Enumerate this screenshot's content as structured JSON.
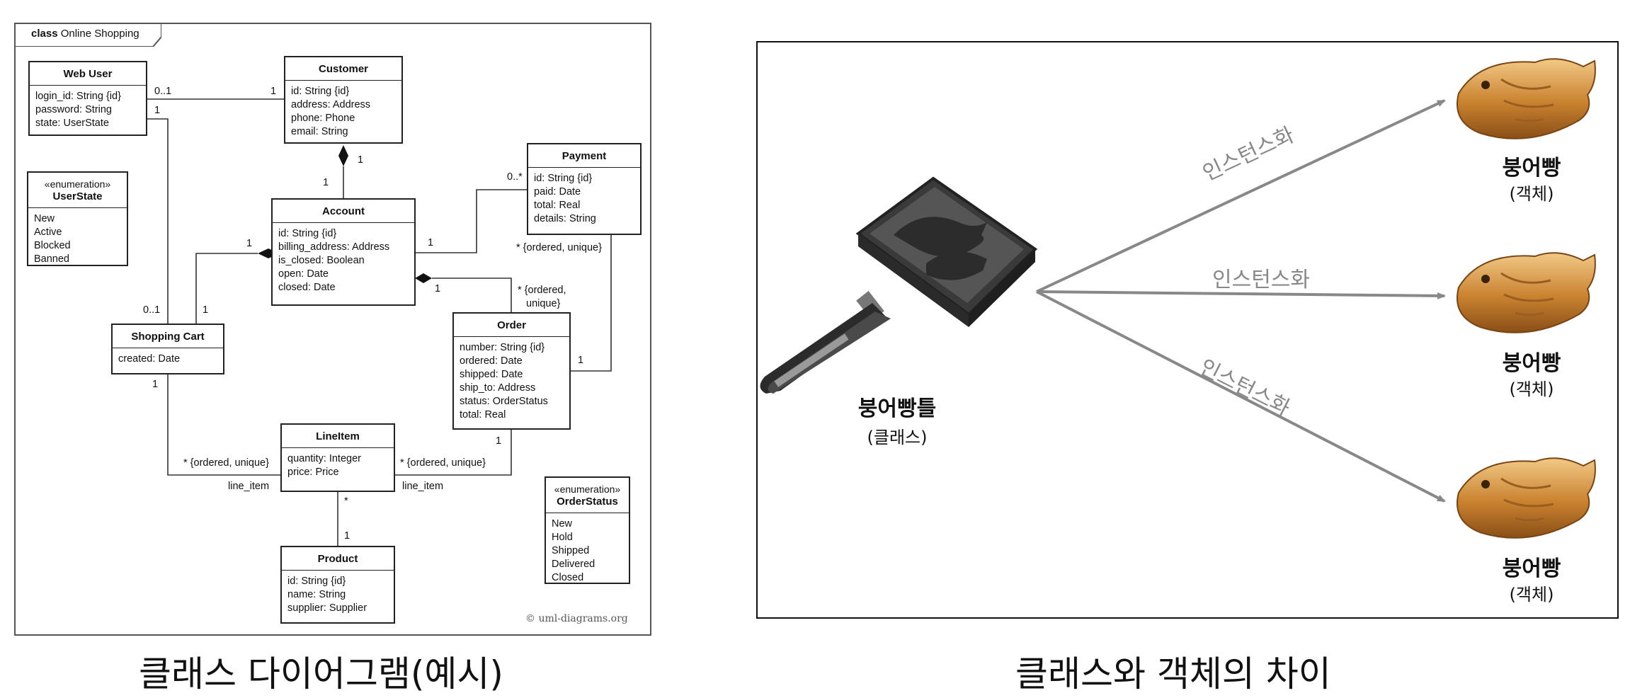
{
  "uml": {
    "frame_keyword": "class",
    "frame_name": "Online Shopping",
    "watermark": "© uml-diagrams.org",
    "classes": {
      "web_user": {
        "name": "Web User",
        "attrs": [
          "login_id: String {id}",
          "password: String",
          "state: UserState"
        ]
      },
      "customer": {
        "name": "Customer",
        "attrs": [
          "id: String {id}",
          "address: Address",
          "phone: Phone",
          "email: String"
        ]
      },
      "user_state": {
        "stereotype": "«enumeration»",
        "name": "UserState",
        "attrs": [
          "New",
          "Active",
          "Blocked",
          "Banned"
        ]
      },
      "account": {
        "name": "Account",
        "attrs": [
          "id: String {id}",
          "billing_address: Address",
          "is_closed: Boolean",
          "open: Date",
          "closed: Date"
        ]
      },
      "payment": {
        "name": "Payment",
        "attrs": [
          "id: String {id}",
          "paid: Date",
          "total: Real",
          "details: String"
        ]
      },
      "shopping_cart": {
        "name": "Shopping Cart",
        "attrs": [
          "created: Date"
        ]
      },
      "order": {
        "name": "Order",
        "attrs": [
          "number: String {id}",
          "ordered: Date",
          "shipped: Date",
          "ship_to: Address",
          "status: OrderStatus",
          "total: Real"
        ]
      },
      "line_item": {
        "name": "LineItem",
        "attrs": [
          "quantity: Integer",
          "price: Price"
        ]
      },
      "order_status": {
        "stereotype": "«enumeration»",
        "name": "OrderStatus",
        "attrs": [
          "New",
          "Hold",
          "Shipped",
          "Delivered",
          "Closed"
        ]
      },
      "product": {
        "name": "Product",
        "attrs": [
          "id: String {id}",
          "name: String",
          "supplier: Supplier"
        ]
      }
    },
    "labels": {
      "wu_cust_left": "0..1",
      "wu_cust_right": "1",
      "wu_cart_top": "1",
      "cust_acct_top": "1",
      "cust_acct_bottom": "1",
      "acct_cart_left": "1",
      "cart_wu": "0..1",
      "cart_acct": "1",
      "acct_pay_left": "1",
      "acct_pay_right": "0..*",
      "acct_order_left": "1",
      "acct_order_right": "* {ordered,",
      "acct_order_right2": "unique}",
      "pay_order_top": "* {ordered, unique}",
      "pay_order_bottom": "1",
      "cart_li_top": "1",
      "cart_li_mult": "* {ordered, unique}",
      "cart_li_role": "line_item",
      "order_li_top": "1",
      "order_li_mult": "* {ordered, unique}",
      "order_li_role": "line_item",
      "li_prod_top": "*",
      "li_prod_bottom": "1"
    },
    "caption": "클래스 다이어그램(예시)"
  },
  "class_object": {
    "mold_name": "붕어빵틀",
    "mold_sub": "(클래스)",
    "instantiation_label": "인스턴스화",
    "object_name": "붕어빵",
    "object_sub": "(객체)",
    "caption": "클래스와 객체의 차이"
  }
}
